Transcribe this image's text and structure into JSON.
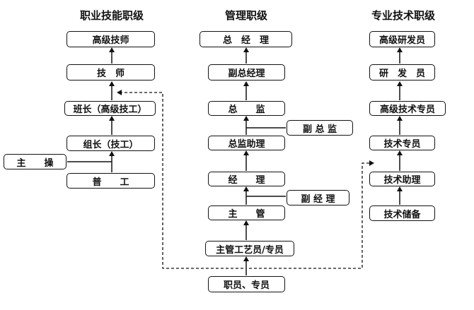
{
  "headings": {
    "skill": "职业技能职级",
    "management": "管理职级",
    "technical": "专业技术职级"
  },
  "skill_track": {
    "senior_technician": "高级技师",
    "technician": "技　师",
    "team_leader": "班长（高级技工）",
    "group_leader": "组长（技工）",
    "lead_operator": "主　　操",
    "general_worker": "普　　工"
  },
  "management_track": {
    "general_manager": "总　经　理",
    "deputy_gm": "副总经理",
    "director": "总　　监",
    "deputy_director": "副 总 监",
    "assistant_director": "总监助理",
    "manager": "经　　理",
    "deputy_manager": "副 经 理",
    "supervisor": "主　　管",
    "supervisor_process": "主管工艺员/专员",
    "staff": "职员、专员"
  },
  "technical_track": {
    "senior_researcher": "高级研发员",
    "researcher": "研　发　员",
    "senior_tech_specialist": "高级技术专员",
    "tech_specialist": "技术专员",
    "tech_assistant": "技术助理",
    "tech_reserve": "技术储备"
  }
}
